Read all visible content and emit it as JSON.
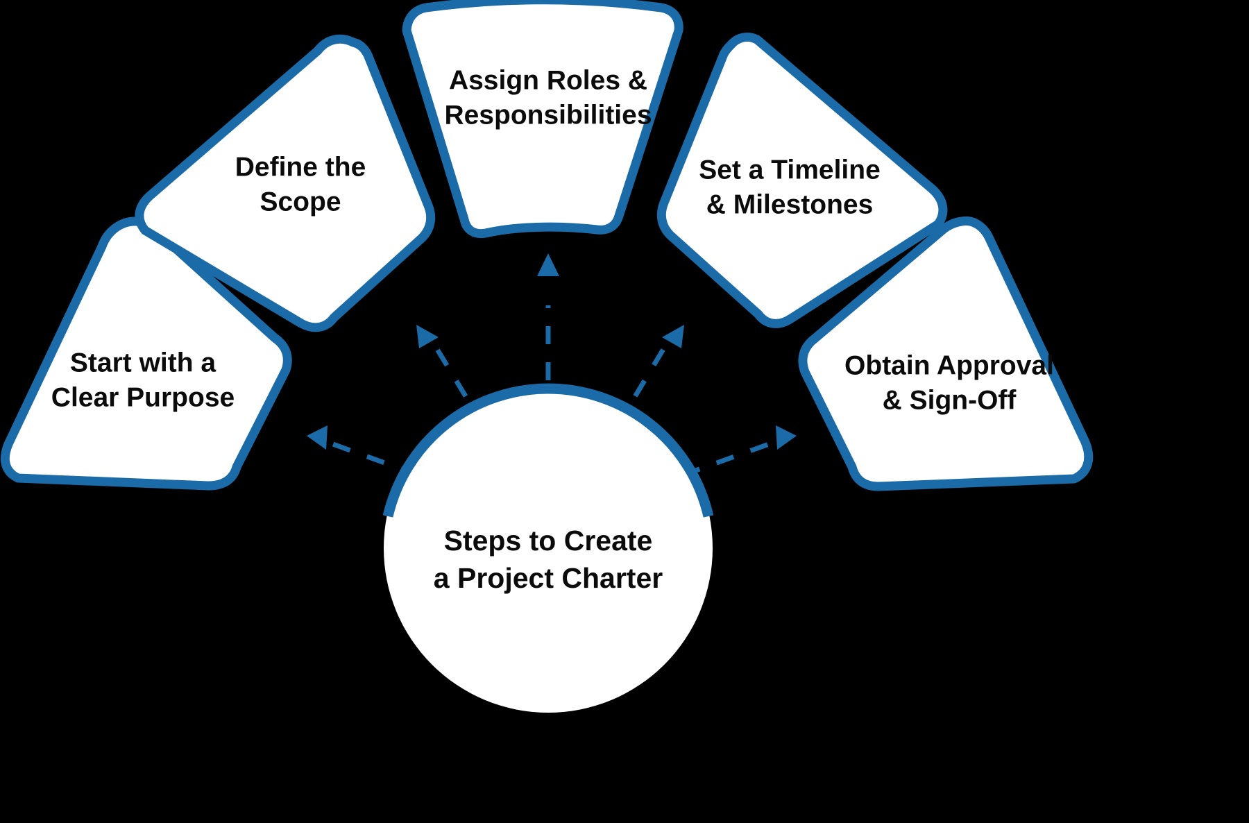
{
  "diagram": {
    "type": "radial-petal-cycle",
    "background_color": "#000000",
    "accent_color": "#1b6ba8",
    "shape_fill_color": "#ffffff",
    "text_color": "#0b0b0b",
    "hub": {
      "name": "steps-to-create-a-project-charter",
      "line1": "Steps to Create",
      "line2": "a Project Charter"
    },
    "petals": [
      {
        "id": "start-with-a-clear-purpose",
        "order": 1,
        "line1": "Start with a",
        "line2": "Clear Purpose"
      },
      {
        "id": "define-the-scope",
        "order": 2,
        "line1": "Define the",
        "line2": "Scope"
      },
      {
        "id": "assign-roles-and-responsibilities",
        "order": 3,
        "line1": "Assign Roles &",
        "line2": "Responsibilities"
      },
      {
        "id": "set-a-timeline-and-milestones",
        "order": 4,
        "line1": "Set a Timeline",
        "line2": "& Milestones"
      },
      {
        "id": "obtain-approval-and-sign-off",
        "order": 5,
        "line1": "Obtain Approval",
        "line2": "& Sign-Off"
      }
    ]
  }
}
